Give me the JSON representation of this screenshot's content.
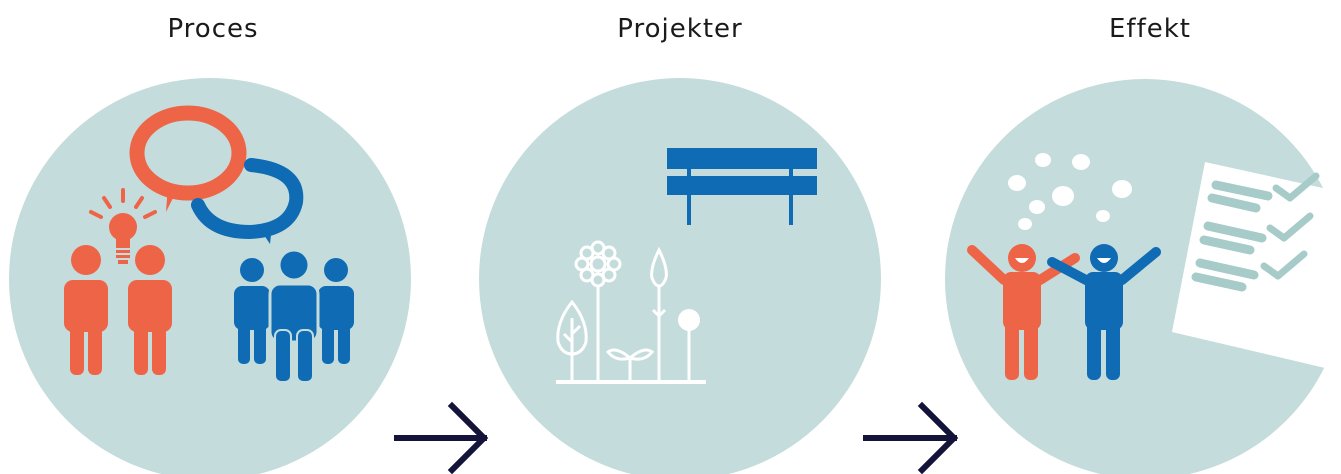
{
  "steps": [
    {
      "label": "Proces"
    },
    {
      "label": "Projekter"
    },
    {
      "label": "Effekt"
    }
  ],
  "colors": {
    "circle": "#c4dcdb",
    "orange": "#ee6447",
    "blue": "#0e6bb4",
    "arrow": "#14143a",
    "white": "#ffffff"
  },
  "icons": {
    "proces": [
      "speech-bubble-orange-icon",
      "speech-bubble-blue-icon",
      "lightbulb-icon",
      "two-people-orange-icon",
      "group-people-blue-icon"
    ],
    "projekter": [
      "bench-icon",
      "flower-icon",
      "tree-icon",
      "sprout-icon",
      "plant-icon",
      "ground-line-icon"
    ],
    "effekt": [
      "cheering-people-icon",
      "confetti-icon",
      "checklist-document-icon"
    ]
  }
}
